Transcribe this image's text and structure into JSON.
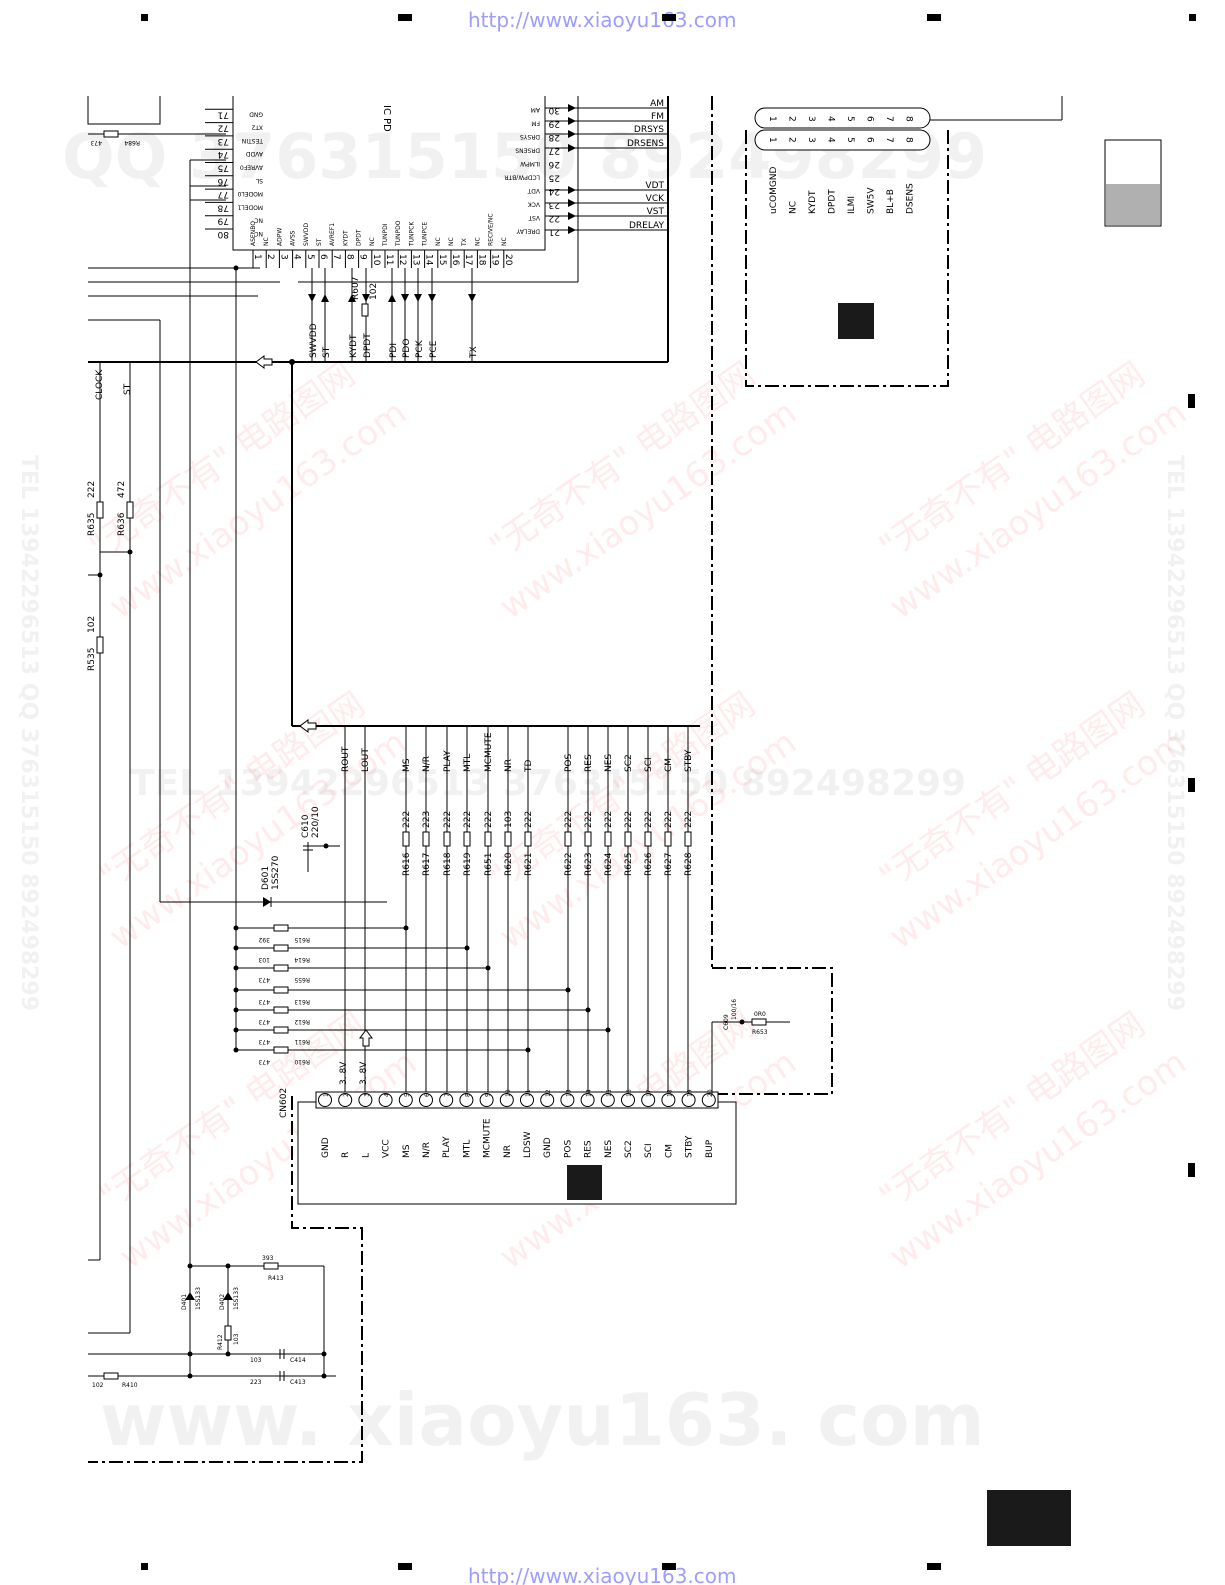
{
  "header": {
    "url_top": "http://www.xiaoyu163.com",
    "url_bottom": "http://www.xiaoyu163.com"
  },
  "watermarks": {
    "qq_line": "QQ 376315150  892498299",
    "tel_line": "TEL 13942296513  QQ 376315150  892498299",
    "tel_line_mid": "TEL 13942296513  376315150  892498299",
    "bottom_line": "www. xiaoyu163. com",
    "red_1": "\"无奇不有\" 电路图网",
    "red_2": "www.xiaoyu163.com"
  },
  "ic": {
    "label": "IC",
    "part": "PD",
    "left_pin_nums": [
      "80",
      "79",
      "78",
      "77",
      "76",
      "75",
      "74",
      "73",
      "72",
      "71"
    ],
    "left_pin_names": [
      "NC",
      "NC",
      "MODEL1",
      "MODEL0",
      "SL",
      "AVREF0",
      "AVDD",
      "TESTIN",
      "XT2",
      "GND"
    ],
    "bottom_pin_nums": [
      "1",
      "2",
      "3",
      "4",
      "5",
      "6",
      "7",
      "8",
      "9",
      "10",
      "11",
      "12",
      "13",
      "14",
      "15",
      "16",
      "17",
      "18",
      "19",
      "20"
    ],
    "bottom_pin_names": [
      "ASENBO",
      "NC",
      "ADPW",
      "AVSS",
      "SWVDD",
      "ST",
      "AVREF1",
      "KYDT",
      "DPDT",
      "NC",
      "TUNPDI",
      "TUNPDO",
      "TUNPCK",
      "TUNPCE",
      "NC",
      "NC",
      "TX",
      "NC",
      "RECIVE/NC",
      "NC"
    ],
    "right_pin_nums": [
      "30",
      "29",
      "28",
      "27",
      "26",
      "25",
      "24",
      "23",
      "22",
      "21"
    ],
    "right_pin_names": [
      "AM",
      "FM",
      "DRSYS",
      "DRSENS",
      "ILMPW",
      "LCDPW/BTR",
      "VDT",
      "VCK",
      "VST",
      "DRELAY"
    ]
  },
  "right_signals": [
    "AM",
    "FM",
    "DRSYS",
    "DRSENS",
    "VDT",
    "VCK",
    "VST",
    "DRELAY"
  ],
  "ic_bottom_signals": [
    "SWVDD",
    "ST",
    "KYDT",
    "DPDT",
    "PDI",
    "PDO",
    "PCK",
    "PCE",
    "TX"
  ],
  "r607": {
    "name": "R607",
    "value": "102"
  },
  "left_labels": [
    "CLOCK",
    "ST"
  ],
  "left_resistors": [
    {
      "name": "R635",
      "value": "222"
    },
    {
      "name": "R636",
      "value": "472"
    },
    {
      "name": "R535",
      "value": "102"
    }
  ],
  "res_r684": {
    "name": "R684",
    "value": "473"
  },
  "connector_right": {
    "pin_nums": [
      "1",
      "2",
      "3",
      "4",
      "5",
      "6",
      "7",
      "8"
    ],
    "names": [
      "uCOMGND",
      "NC",
      "KYDT",
      "DPDT",
      "ILMI",
      "SW5V",
      "BL+B",
      "DSENS"
    ]
  },
  "bus_signals": [
    "ROUT",
    "LOUT",
    "MS",
    "N/R",
    "PLAY",
    "MTL",
    "MCMUTE",
    "NR",
    "TD",
    "POS",
    "RES",
    "NES",
    "SC2",
    "SCI",
    "CM",
    "STBY"
  ],
  "bus_resistors": [
    {
      "name": "R616",
      "value": "222"
    },
    {
      "name": "R617",
      "value": "223"
    },
    {
      "name": "R618",
      "value": "222"
    },
    {
      "name": "R619",
      "value": "222"
    },
    {
      "name": "R651",
      "value": "222"
    },
    {
      "name": "R620",
      "value": "103"
    },
    {
      "name": "R621",
      "value": "222"
    },
    {
      "name": "R622",
      "value": "222"
    },
    {
      "name": "R623",
      "value": "222"
    },
    {
      "name": "R624",
      "value": "222"
    },
    {
      "name": "R625",
      "value": "222"
    },
    {
      "name": "R626",
      "value": "222"
    },
    {
      "name": "R627",
      "value": "222"
    },
    {
      "name": "R628",
      "value": "222"
    }
  ],
  "cap_c610": {
    "name": "C610",
    "value": "220/10"
  },
  "diode_d601": {
    "name": "D601",
    "value": "1SS270"
  },
  "pullups": [
    {
      "name": "R615",
      "value": "392"
    },
    {
      "name": "R614",
      "value": "103"
    },
    {
      "name": "R655",
      "value": "473"
    },
    {
      "name": "R613",
      "value": "473"
    },
    {
      "name": "R612",
      "value": "473"
    },
    {
      "name": "R611",
      "value": "473"
    },
    {
      "name": "R610",
      "value": "473"
    }
  ],
  "supply_label": "3. 8V",
  "cn602": {
    "name": "CN602",
    "pin_nums": [
      "1",
      "2",
      "3",
      "4",
      "5",
      "6",
      "7",
      "8",
      "9",
      "10",
      "11",
      "12",
      "13",
      "14",
      "15",
      "16",
      "17",
      "18",
      "19",
      "20"
    ],
    "names": [
      "GND",
      "R",
      "L",
      "VCC",
      "MS",
      "N/R",
      "PLAY",
      "MTL",
      "MCMUTE",
      "NR",
      "LDSW",
      "GND",
      "POS",
      "RES",
      "NES",
      "SC2",
      "SCI",
      "CM",
      "STBY",
      "BUP"
    ]
  },
  "c609": {
    "name": "C609",
    "value": "100/16"
  },
  "r653": {
    "name": "R653",
    "value": "0R0"
  },
  "bottom_left": {
    "r413": {
      "name": "R413",
      "value": "393"
    },
    "d401": {
      "name": "D401",
      "value": "1SS133"
    },
    "d402": {
      "name": "D402",
      "value": "1SS133"
    },
    "r412": {
      "name": "R412",
      "value": "103"
    },
    "c414": {
      "name": "C414",
      "value": "103"
    },
    "c413": {
      "name": "C413",
      "value": "223"
    },
    "r410": {
      "name": "R410",
      "value": "102"
    }
  }
}
